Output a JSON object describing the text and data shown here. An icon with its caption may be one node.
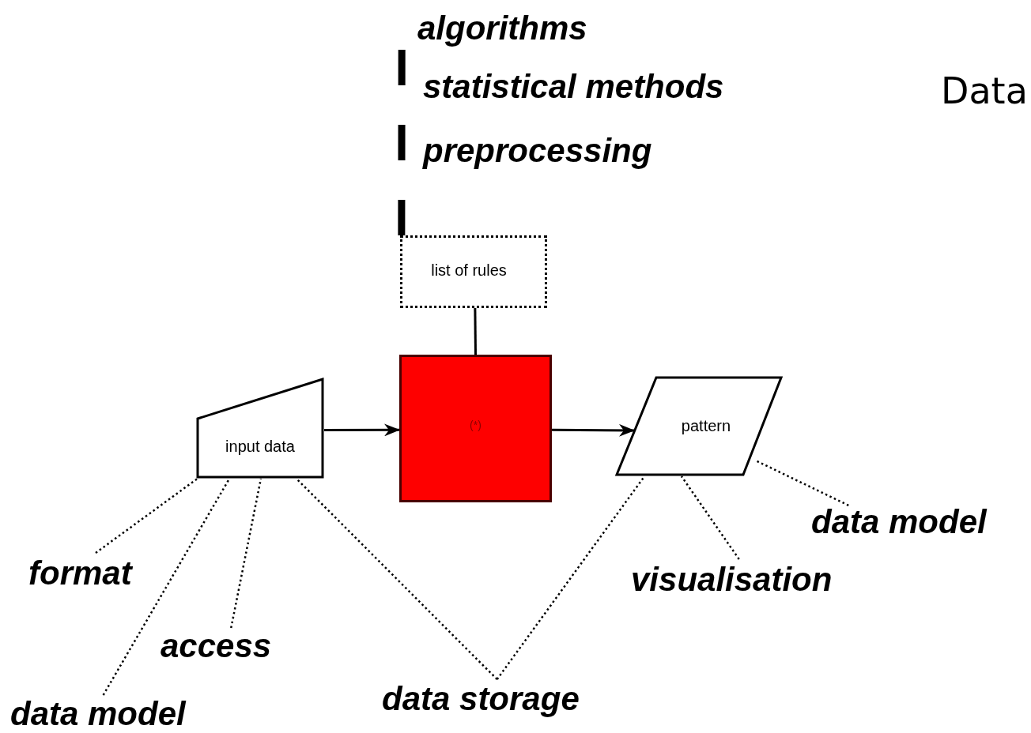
{
  "diagram": {
    "nodes": [
      {
        "text": [
          "algorithms"
        ]
      },
      {
        "text": [
          "statistical methods"
        ]
      },
      {
        "text": [
          "preprocessing"
        ]
      },
      {
        "text": [
          "list of rules"
        ]
      },
      {
        "text": [
          "input data"
        ]
      },
      {
        "text": [
          "(*)"
        ]
      },
      {
        "text": [
          "pattern"
        ]
      },
      {
        "text": [
          "format"
        ]
      },
      {
        "text": [
          "data model"
        ]
      },
      {
        "text": [
          "access"
        ]
      },
      {
        "text": [
          "data storage"
        ]
      },
      {
        "text": [
          "visualisation"
        ]
      },
      {
        "text": [
          "data model"
        ]
      }
    ],
    "edges": [
      {
        "from": 3,
        "to": 0,
        "arrow": "none",
        "style": "dashed"
      },
      {
        "from": 3,
        "to": 5,
        "arrow": "none"
      },
      {
        "from": 4,
        "to": 5,
        "arrow": "to"
      },
      {
        "from": 5,
        "to": 6,
        "arrow": "to"
      },
      {
        "from": 7,
        "to": 4,
        "arrow": "none",
        "style": "dashed"
      },
      {
        "from": 8,
        "to": 4,
        "arrow": "none",
        "style": "dashed"
      },
      {
        "from": 9,
        "to": 4,
        "arrow": "none",
        "style": "dashed"
      },
      {
        "from": 10,
        "to": 4,
        "arrow": "none",
        "style": "dashed"
      },
      {
        "from": 10,
        "to": 6,
        "arrow": "none",
        "style": "dashed"
      },
      {
        "from": 11,
        "to": 6,
        "arrow": "none",
        "style": "dashed"
      },
      {
        "from": 12,
        "to": 6,
        "arrow": "none",
        "style": "dashed"
      }
    ],
    "labels": [
      "Data"
    ]
  }
}
